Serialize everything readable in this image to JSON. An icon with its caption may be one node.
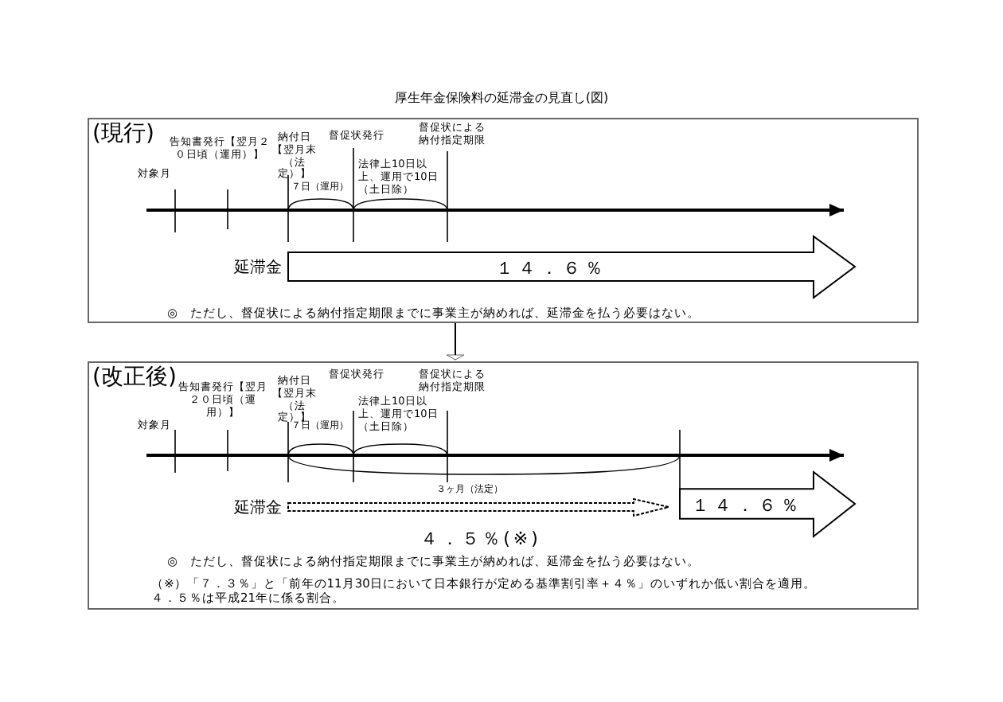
{
  "diagram": {
    "title": "厚生年金保険料の延滞金の見直し(図)",
    "nodes": [
      {
        "text": [
          "(現行)"
        ]
      },
      {
        "text": [
          "１４．６％"
        ],
        "beside": [
          "延滞金"
        ],
        "in": 0
      },
      {
        "text": [
          "(改正後)"
        ]
      },
      {
        "text": [
          "４．５％(※)"
        ],
        "beside": [
          "延滞金"
        ],
        "in": 2
      },
      {
        "text": [
          "１４．６％"
        ],
        "in": 2
      }
    ],
    "edges": [
      {
        "from": 0,
        "to": 2,
        "arrow": "to"
      }
    ],
    "labels": [
      "対象月",
      "告知書発行【翌月２０日頃（運用）】",
      "納付日【翌月末（法定）】",
      "督促状発行",
      "督促状による納付指定期限",
      "７日（運用）",
      "法律上10日以上、運用で10日（土日除）",
      "◎　ただし、督促状による納付指定期限までに事業主が納めれば、延滞金を払う必要はない。",
      "告知書発行【翌月２０日頃（運用）】",
      "対象月",
      "納付日【翌月末（法定）】",
      "督促状発行",
      "督促状による納付指定期限",
      "７日（運用）",
      "法律上10日以上、運用で10日（土日除）",
      "３ヶ月（法定）",
      "◎　ただし、督促状による納付指定期限までに事業主が納めれば、延滞金を払う必要はない。",
      "（※）「７．３％」と「前年の11月30日において日本銀行が定める基準割引率＋４％」のいずれか低い割合を適用。４．５％は平成21年に係る割合。"
    ]
  }
}
